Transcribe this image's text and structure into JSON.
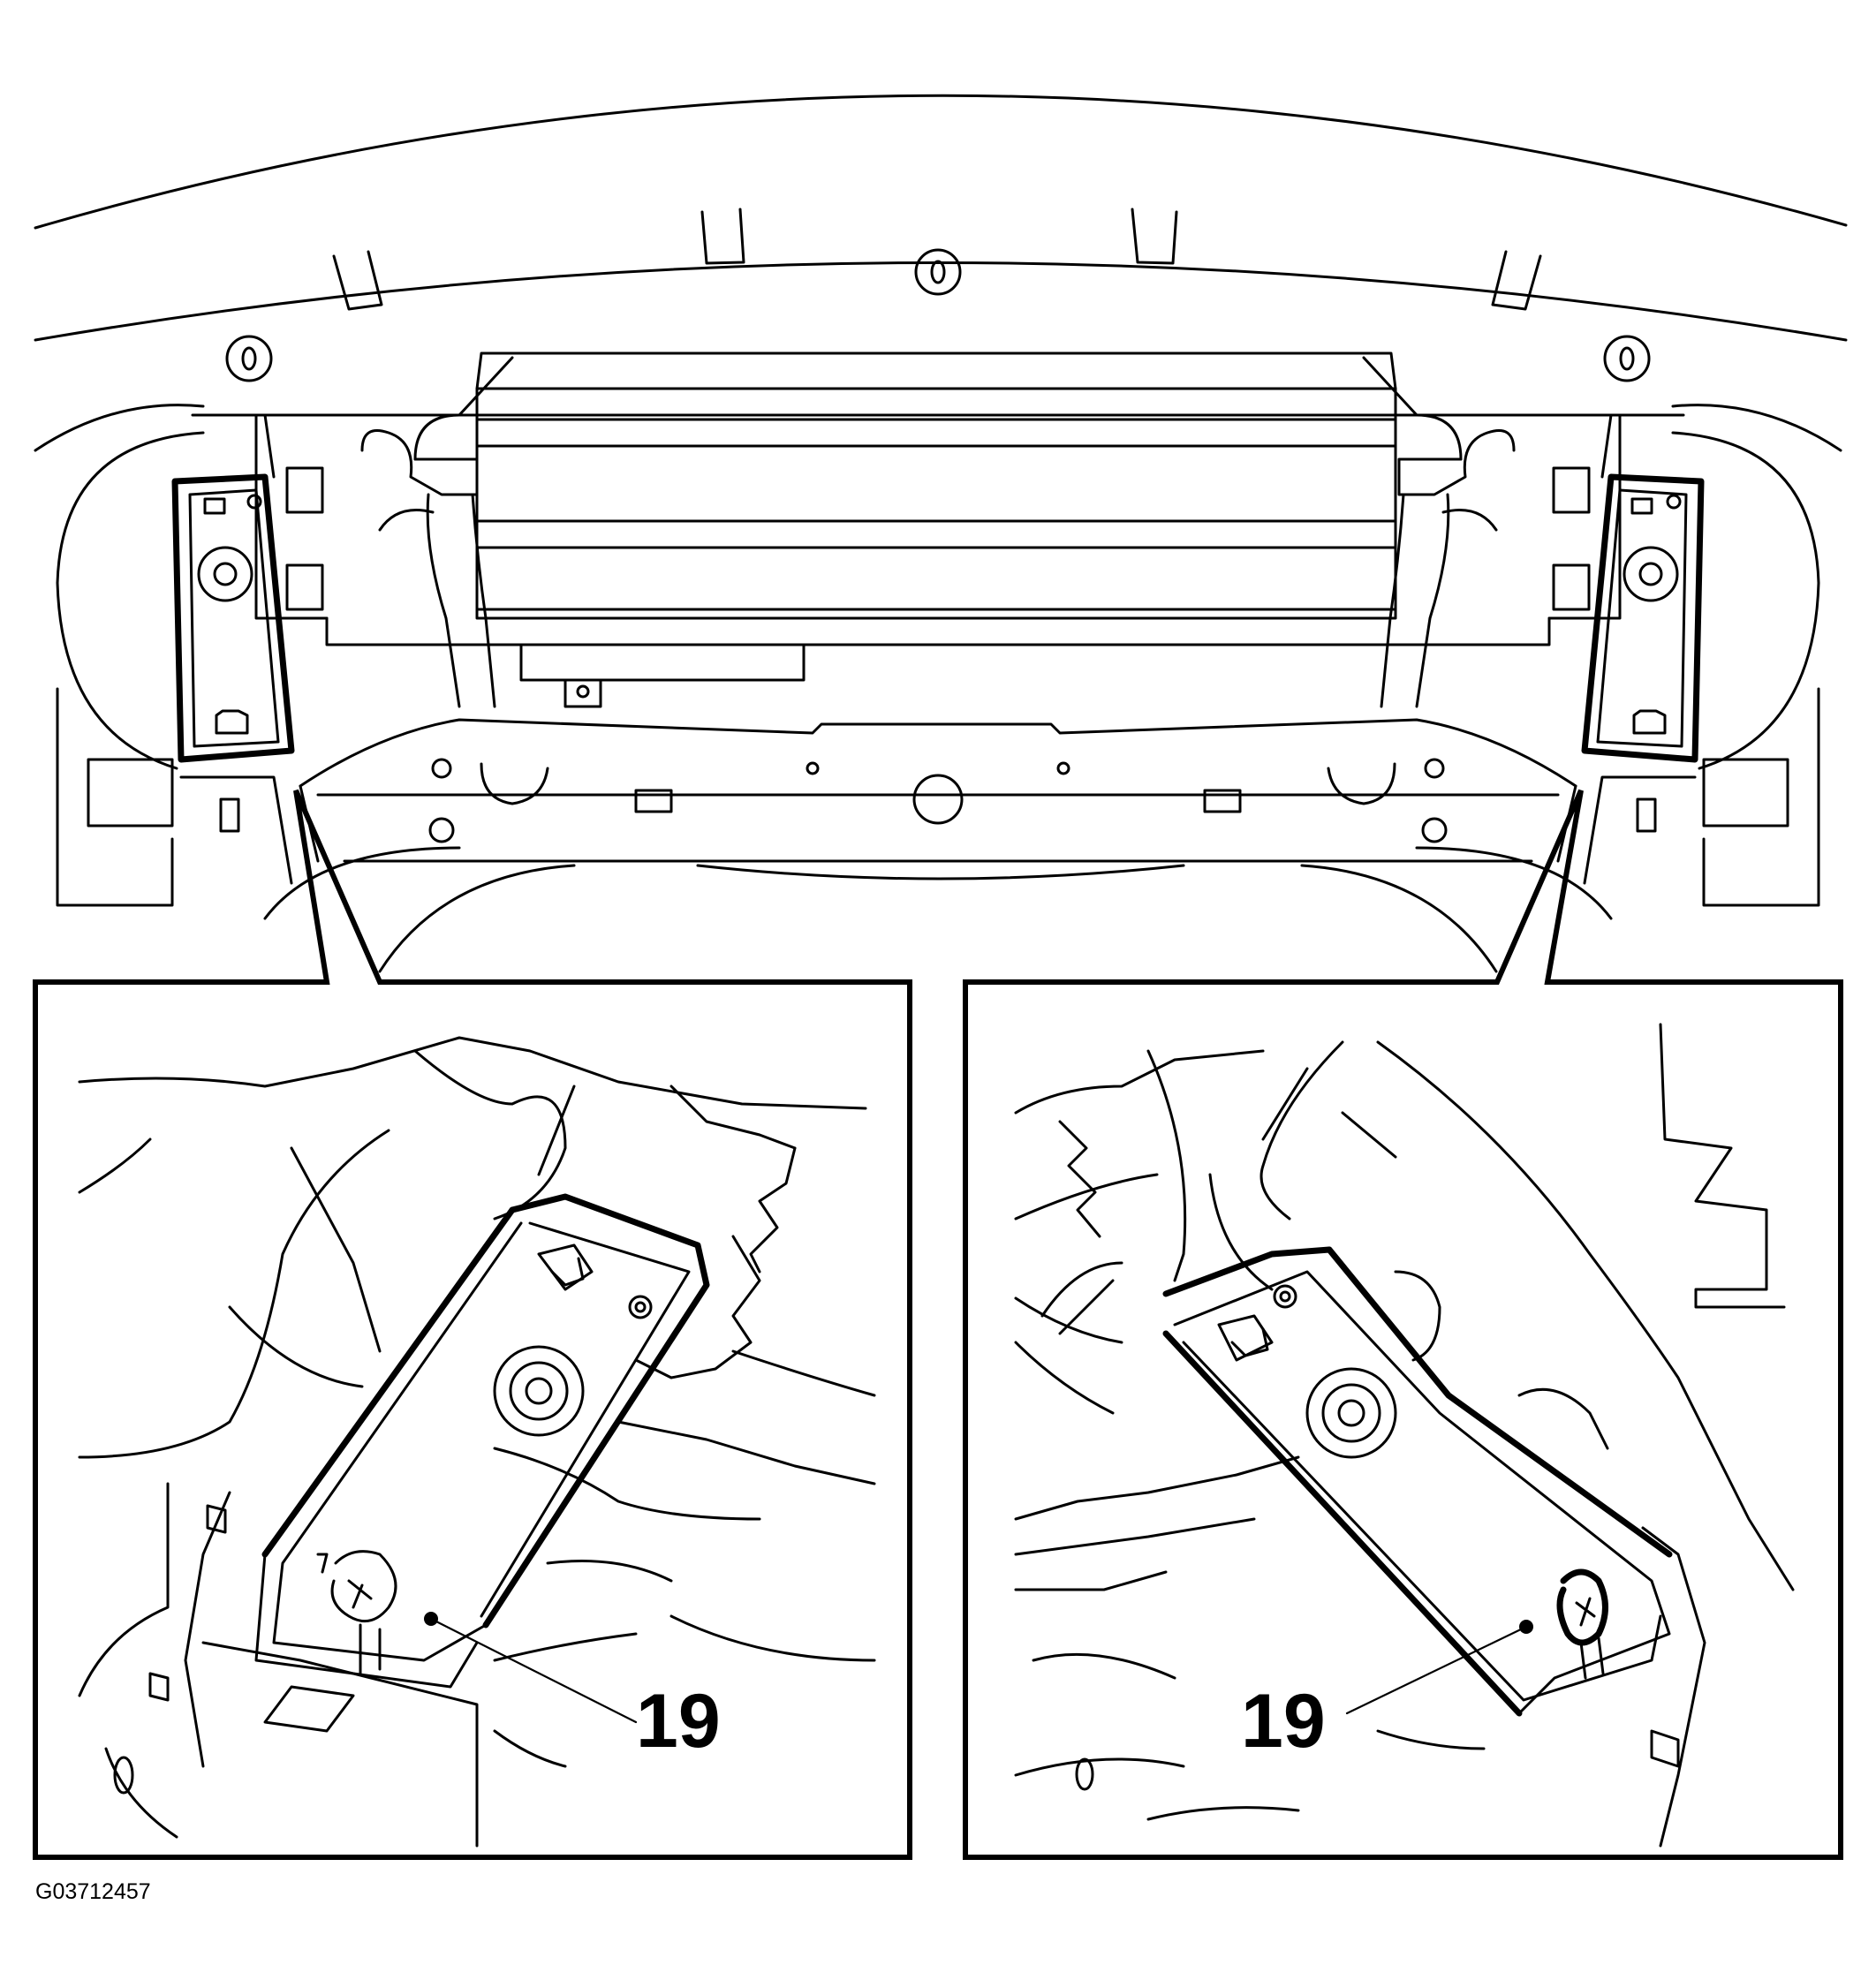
{
  "figure": {
    "id": "G03712457",
    "callouts": {
      "left": "19",
      "right": "19"
    }
  }
}
